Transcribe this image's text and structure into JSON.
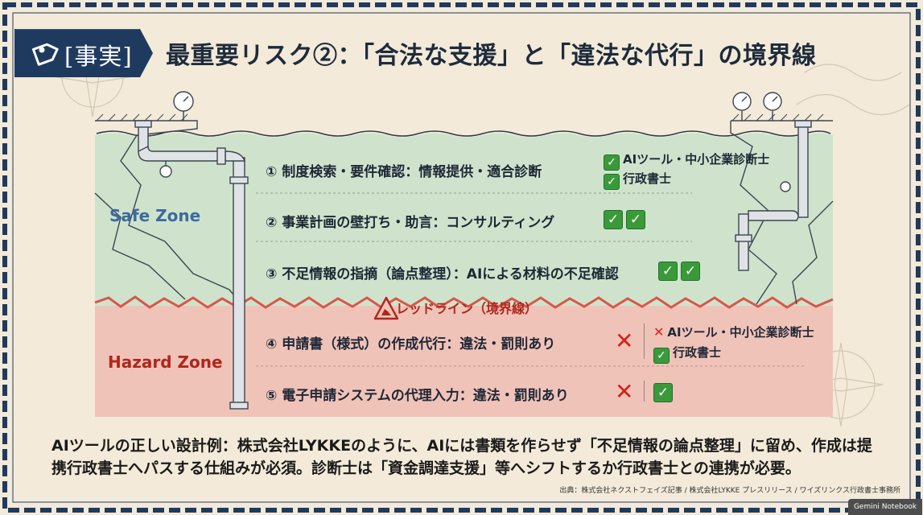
{
  "header": {
    "tag_label": "[事実]",
    "title": "最重要リスク②：「合法な支援」と「違法な代行」の境界線"
  },
  "zones": {
    "safe_label": "Safe Zone",
    "hazard_label": "Hazard Zone",
    "redline_label": "レッドライン（境界線）"
  },
  "rows": [
    {
      "text": "① 制度検索・要件確認：情報提供・適合診断",
      "who": [
        "AIツール・中小企業診断士",
        "行政書士"
      ]
    },
    {
      "text": "② 事業計画の壁打ち・助言：コンサルティング"
    },
    {
      "text": "③ 不足情報の指摘（論点整理）：AIによる材料の不足確認"
    },
    {
      "text": "④ 申請書（様式）の作成代行：違法・罰則あり",
      "who": [
        "AIツール・中小企業診断士",
        "行政書士"
      ]
    },
    {
      "text": "⑤ 電子申請システムの代理入力：違法・罰則あり"
    }
  ],
  "summary": "AIツールの正しい設計例：株式会社LYKKEのように、AIには書類を作らせず「不足情報の論点整理」に留め、作成は提携行政書士へパスする仕組みが必須。診断士は「資金調達支援」等へシフトするか行政書士との連携が必要。",
  "source": "出典：株式会社ネクストフェイズ記事 / 株式会社LYKKE プレスリリース / ワイズリンクス行政書士事務所",
  "badge": "Gemini Notebook",
  "colors": {
    "navy": "#1f3a5f",
    "safe": "#cfe3cc",
    "hazard": "#f0c3b8",
    "redline": "#d9564a",
    "check": "#3a9a3a",
    "cross": "#d4221c"
  }
}
